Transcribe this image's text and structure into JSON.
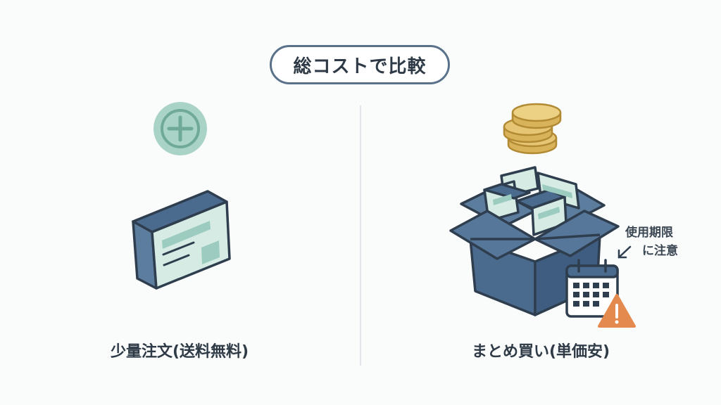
{
  "header": {
    "title": "総コストで比較"
  },
  "left": {
    "caption": "少量注文(送料無料)",
    "icons": [
      "plus-circle-icon",
      "product-box-icon"
    ]
  },
  "right": {
    "caption": "まとめ買い(単価安)",
    "note_line1": "使用期限",
    "note_line2": "に注意",
    "icons": [
      "coin-stack-icon",
      "open-box-icon",
      "calendar-icon",
      "warning-icon"
    ]
  },
  "colors": {
    "slate_blue": "#4a6a8e",
    "dark_outline": "#2f3e4e",
    "mint": "#9ccbbf",
    "light_mint": "#d5ebe4",
    "gold": "#d9b35a",
    "warning_orange": "#e58a4e"
  }
}
